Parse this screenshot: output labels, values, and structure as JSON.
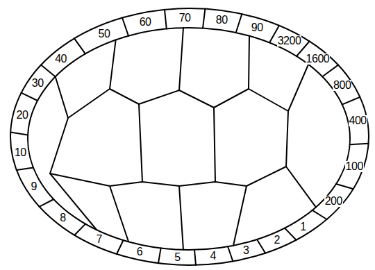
{
  "diagram": {
    "labels": [
      "1",
      "2",
      "3",
      "4",
      "5",
      "6",
      "7",
      "8",
      "9",
      "10",
      "20",
      "30",
      "40",
      "50",
      "60",
      "70",
      "80",
      "90",
      "3200",
      "1600",
      "800",
      "400",
      "100",
      "200"
    ]
  }
}
